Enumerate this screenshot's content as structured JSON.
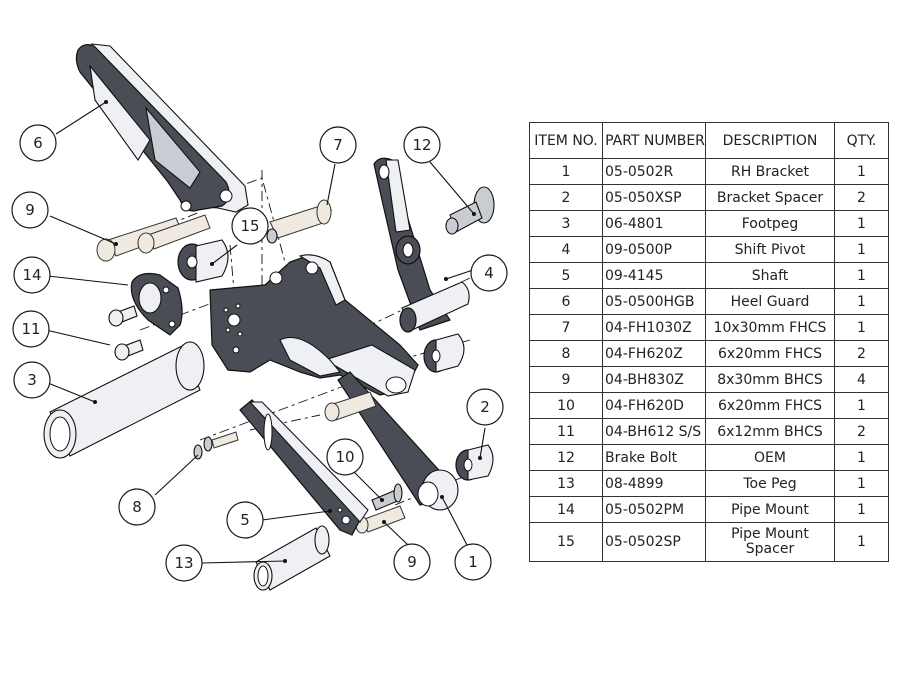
{
  "bom_table": {
    "headers": {
      "item_no": "ITEM NO.",
      "part_number": "PART NUMBER",
      "description": "DESCRIPTION",
      "qty": "QTY."
    },
    "rows": [
      {
        "item": "1",
        "part": "05-0502R",
        "desc": "RH Bracket",
        "qty": "1"
      },
      {
        "item": "2",
        "part": "05-050XSP",
        "desc": "Bracket Spacer",
        "qty": "2"
      },
      {
        "item": "3",
        "part": "06-4801",
        "desc": "Footpeg",
        "qty": "1"
      },
      {
        "item": "4",
        "part": "09-0500P",
        "desc": "Shift Pivot",
        "qty": "1"
      },
      {
        "item": "5",
        "part": "09-4145",
        "desc": "Shaft",
        "qty": "1"
      },
      {
        "item": "6",
        "part": "05-0500HGB",
        "desc": "Heel Guard",
        "qty": "1"
      },
      {
        "item": "7",
        "part": "04-FH1030Z",
        "desc": "10x30mm FHCS",
        "qty": "1"
      },
      {
        "item": "8",
        "part": "04-FH620Z",
        "desc": "6x20mm FHCS",
        "qty": "2"
      },
      {
        "item": "9",
        "part": "04-BH830Z",
        "desc": "8x30mm BHCS",
        "qty": "4"
      },
      {
        "item": "10",
        "part": "04-FH620D",
        "desc": "6x20mm FHCS",
        "qty": "1"
      },
      {
        "item": "11",
        "part": "04-BH612 S/S",
        "desc": "6x12mm BHCS",
        "qty": "2"
      },
      {
        "item": "12",
        "part": "Brake Bolt",
        "desc": "OEM",
        "qty": "1"
      },
      {
        "item": "13",
        "part": "08-4899",
        "desc": "Toe Peg",
        "qty": "1"
      },
      {
        "item": "14",
        "part": "05-0502PM",
        "desc": "Pipe Mount",
        "qty": "1"
      },
      {
        "item": "15",
        "part": "05-0502SP",
        "desc": "Pipe Mount Spacer",
        "qty": "1"
      }
    ]
  },
  "callouts": {
    "c1": "1",
    "c2": "2",
    "c3": "3",
    "c4": "4",
    "c5": "5",
    "c6": "6",
    "c7": "7",
    "c8": "8",
    "c9a": "9",
    "c9b": "9",
    "c10": "10",
    "c11": "11",
    "c12": "12",
    "c13": "13",
    "c14": "14",
    "c15": "15"
  }
}
